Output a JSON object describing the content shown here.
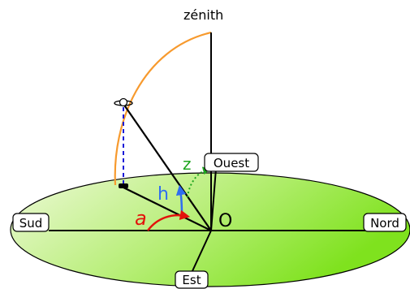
{
  "labels": {
    "zenith": "zénith",
    "west": "Ouest",
    "south": "Sud",
    "north": "Nord",
    "east": "Est",
    "origin": "O",
    "azimuth": "a",
    "altitude": "h",
    "zenith_distance": "z"
  },
  "colors": {
    "ground_light": "#eef9d8",
    "ground_dark": "#7fe21e",
    "sun_path": "#f79a2e",
    "altitude_arrow": "#2f6df0",
    "azimuth_arrow": "#e3120b",
    "zenith_arc": "#1fa51f",
    "projection_dash": "#1a1ad8",
    "lines": "#000000"
  },
  "icons": {
    "star": "saturn-icon"
  }
}
